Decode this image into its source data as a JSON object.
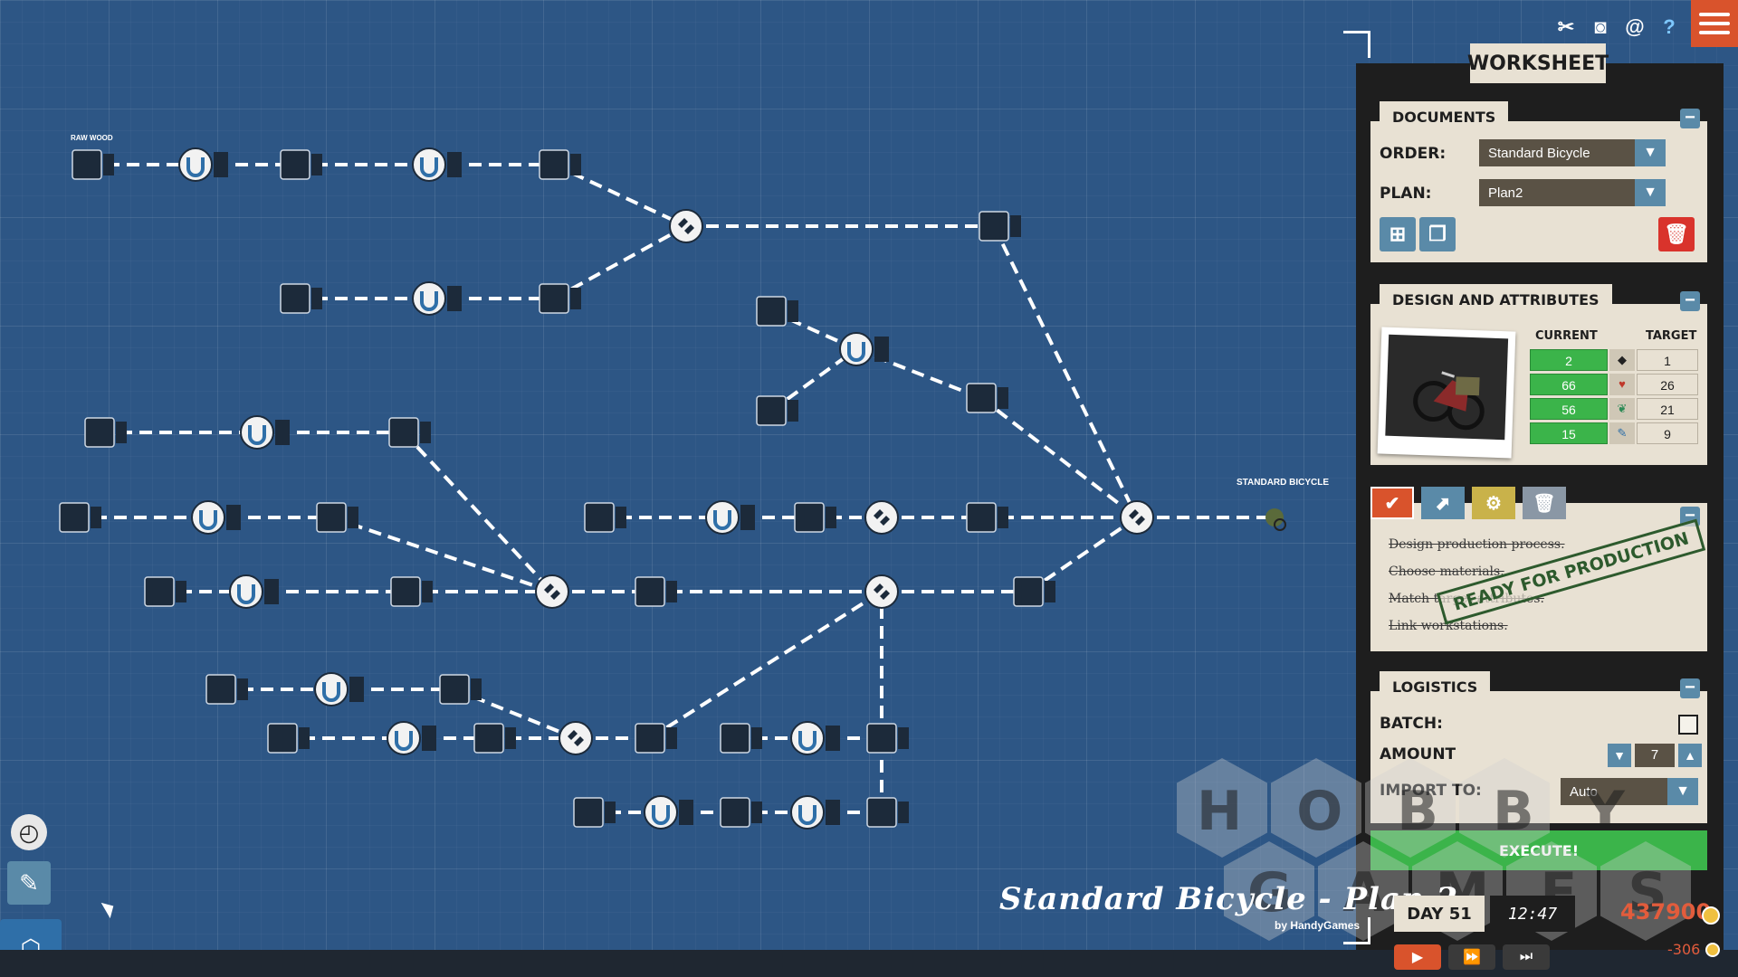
{
  "graph": {
    "raw_material_label": "RAW WOOD",
    "product_label": "STANDARD BICYCLE"
  },
  "plan_title": "Standard Bicycle - Plan 2",
  "byline": "by HandyGames",
  "top_icons": [
    "tools-icon",
    "camera-icon",
    "snail-icon",
    "help-icon",
    "menu-icon"
  ],
  "worksheet": {
    "title": "WORKSHEET",
    "documents": {
      "header": "DOCUMENTS",
      "order_label": "ORDER:",
      "order_value": "Standard Bicycle",
      "plan_label": "PLAN:",
      "plan_value": "Plan2"
    },
    "design": {
      "header": "DESIGN AND ATTRIBUTES",
      "current_header": "CURRENT",
      "target_header": "TARGET",
      "rows": [
        {
          "current": "2",
          "icon": "weight-icon",
          "target": "1"
        },
        {
          "current": "66",
          "icon": "heart-icon",
          "target": "26"
        },
        {
          "current": "56",
          "icon": "leaf-icon",
          "target": "21"
        },
        {
          "current": "15",
          "icon": "wrench-icon",
          "target": "9"
        }
      ]
    },
    "tasks": {
      "items": [
        "Design production process.",
        "Choose materials.",
        "Match target attributes.",
        "Link workstations."
      ],
      "stamp": "READY FOR PRODUCTION"
    },
    "logistics": {
      "header": "LOGISTICS",
      "batch_label": "BATCH:",
      "amount_label": "AMOUNT",
      "amount_value": "7",
      "import_label": "IMPORT TO:",
      "import_value": "Auto",
      "execute_label": "EXECUTE!"
    }
  },
  "status": {
    "day": "DAY 51",
    "time": "12:47",
    "money": "437900",
    "delta": "-306"
  },
  "watermark": {
    "line1": "HOBBY",
    "line2": "GAMES"
  },
  "colors": {
    "background": "#2d5685",
    "accent_orange": "#d9532c",
    "positive_green": "#3bb44a",
    "money_red": "#e25c3c",
    "panel_paper": "#e8e1d3",
    "steel_blue": "#5a8aa8"
  }
}
